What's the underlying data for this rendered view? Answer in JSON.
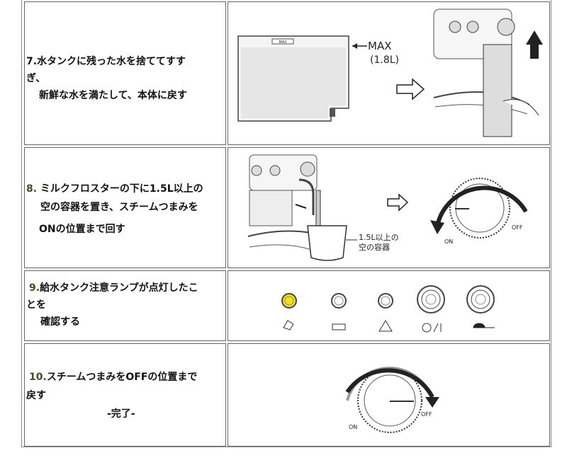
{
  "steps": [
    {
      "num": "7.",
      "line1": "水タンクに残った水を捨ててすす",
      "line2": "ぎ、",
      "line3": "新鮮な水を満たして、本体に戻す",
      "image": {
        "max_label": "MAX",
        "capacity": "(1.8L)",
        "tank_mark": "MAX"
      }
    },
    {
      "num": "8.",
      "line1": " ミルクフロスターの下に1.5L以上の",
      "line2": "空の容器を置き、スチームつまみを",
      "line3": "ONの位置まで回す",
      "image": {
        "container_label1": "1.5L以上の",
        "container_label2": "空の容器",
        "on": "ON",
        "off": "OFF"
      }
    },
    {
      "num": "9.",
      "line1": "給水タンク注意ランプが点灯したこ",
      "line2": "とを",
      "line3": "確認する",
      "image": {
        "lamp_on_color": "#f2e01a"
      }
    },
    {
      "num": "10.",
      "line1": "スチームつまみをOFFの位置まで",
      "line2": "戻す",
      "line3": "-完了-",
      "image": {
        "on": "ON",
        "off": "OFF"
      }
    }
  ]
}
